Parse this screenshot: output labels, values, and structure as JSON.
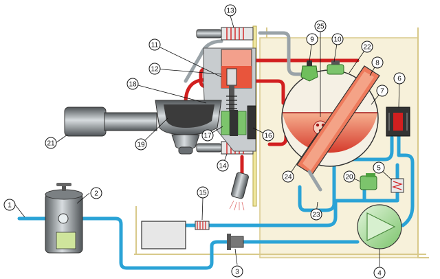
{
  "colors": {
    "cold_water": "#2aa3d6",
    "hot_water": "#d21f1f",
    "steam": "#9aa3a8",
    "boiler_fill": "#f08a6a",
    "frame": "#f7f1da",
    "panel_line": "#d8c98a",
    "plate": "#f0e7a0",
    "metal": "#6a6f73",
    "outline": "#222222",
    "pump": "#b9e3b1"
  },
  "callouts": [
    {
      "label": "1"
    },
    {
      "label": "2"
    },
    {
      "label": "3"
    },
    {
      "label": "4"
    },
    {
      "label": "5"
    },
    {
      "label": "6"
    },
    {
      "label": "7"
    },
    {
      "label": "8"
    },
    {
      "label": "9"
    },
    {
      "label": "10"
    },
    {
      "label": "11"
    },
    {
      "label": "12"
    },
    {
      "label": "13"
    },
    {
      "label": "14"
    },
    {
      "label": "15"
    },
    {
      "label": "16"
    },
    {
      "label": "17"
    },
    {
      "label": "18"
    },
    {
      "label": "19"
    },
    {
      "label": "20"
    },
    {
      "label": "21"
    },
    {
      "label": "22"
    },
    {
      "label": "23"
    },
    {
      "label": "24"
    },
    {
      "label": "25"
    }
  ]
}
